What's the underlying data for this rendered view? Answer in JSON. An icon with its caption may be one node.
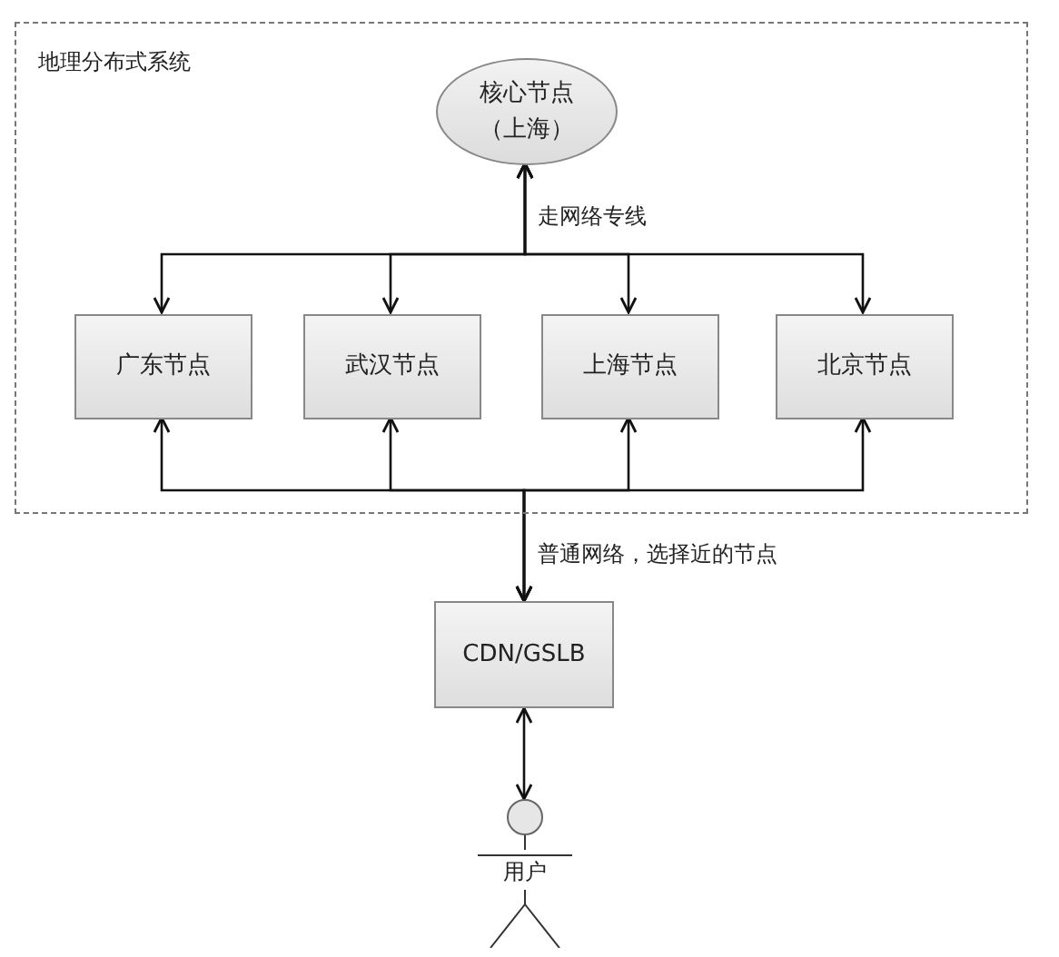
{
  "diagram": {
    "nodes": [
      {
        "text": [
          "地理分布式系统"
        ]
      },
      {
        "text": [
          "核心节点（上海）"
        ],
        "in": 0
      },
      {
        "text": [
          "广东节点"
        ],
        "in": 0
      },
      {
        "text": [
          "武汉节点"
        ],
        "in": 0
      },
      {
        "text": [
          "上海节点"
        ],
        "in": 0
      },
      {
        "text": [
          "北京节点"
        ],
        "in": 0
      },
      {
        "text": [
          "CDN/GSLB"
        ]
      },
      {
        "text": [
          "用户"
        ]
      }
    ],
    "edges": [
      {
        "from": 1,
        "to": 2,
        "arrow": "both",
        "label": "走网络专线"
      },
      {
        "from": 1,
        "to": 3,
        "arrow": "both"
      },
      {
        "from": 1,
        "to": 4,
        "arrow": "both"
      },
      {
        "from": 1,
        "to": 5,
        "arrow": "both"
      },
      {
        "from": 6,
        "to": 2,
        "arrow": "both",
        "label": "普通网络，选择近的节点"
      },
      {
        "from": 6,
        "to": 3,
        "arrow": "both"
      },
      {
        "from": 6,
        "to": 4,
        "arrow": "both"
      },
      {
        "from": 6,
        "to": 5,
        "arrow": "both"
      },
      {
        "from": 6,
        "to": 7,
        "arrow": "both"
      }
    ]
  }
}
